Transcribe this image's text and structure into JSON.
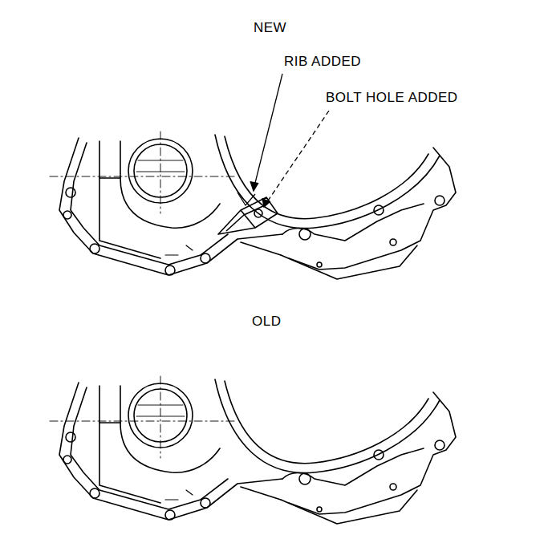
{
  "diagram": {
    "labels": [
      "NEW",
      "RIB ADDED",
      "BOLT HOLE ADDED",
      "OLD"
    ]
  }
}
